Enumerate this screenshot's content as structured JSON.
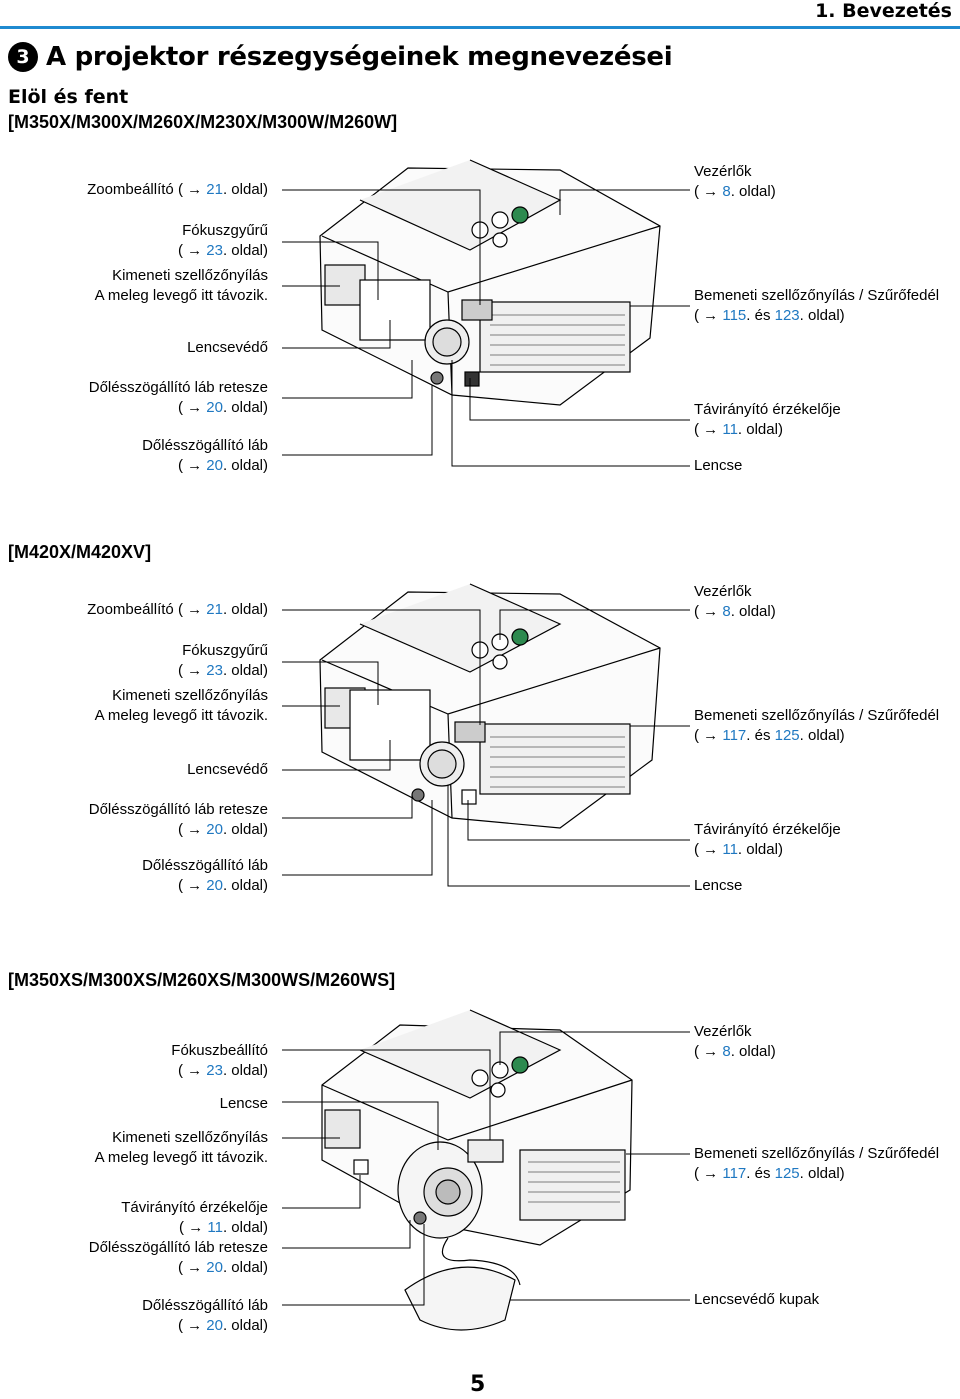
{
  "header": {
    "chapter": "1. Bevezetés"
  },
  "section": {
    "number": "3",
    "title": "A projektor részegységeinek megnevezései",
    "subtitle": "Elöl és fent"
  },
  "arrow": "→",
  "models": [
    {
      "name": "[M350X/M300X/M260X/M230X/M300W/M260W]",
      "left": [
        {
          "lines": [
            "Zoombeállító ( → 21. oldal)"
          ]
        },
        {
          "lines": [
            "Fókuszgyűrű",
            "( → 23. oldal)"
          ]
        },
        {
          "lines": [
            "Kimeneti szellőzőnyílás",
            "A meleg levegő itt távozik."
          ]
        },
        {
          "lines": [
            "Lencsevédő"
          ]
        },
        {
          "lines": [
            "Dőlésszögállító láb retesze",
            "( → 20. oldal)"
          ]
        },
        {
          "lines": [
            "Dőlésszögállító láb",
            "( → 20. oldal)"
          ]
        }
      ],
      "right": [
        {
          "lines": [
            "Vezérlők",
            "( → 8. oldal)"
          ]
        },
        {
          "lines": [
            "Bemeneti szellőzőnyílás / Szűrőfedél",
            "( → 115. és 123. oldal)"
          ]
        },
        {
          "lines": [
            "Távirányító érzékelője",
            "( → 11. oldal)"
          ]
        },
        {
          "lines": [
            "Lencse"
          ]
        }
      ]
    },
    {
      "name": "[M420X/M420XV]",
      "left": [
        {
          "lines": [
            "Zoombeállító ( → 21. oldal)"
          ]
        },
        {
          "lines": [
            "Fókuszgyűrű",
            "( → 23. oldal)"
          ]
        },
        {
          "lines": [
            "Kimeneti szellőzőnyílás",
            "A meleg levegő itt távozik."
          ]
        },
        {
          "lines": [
            "Lencsevédő"
          ]
        },
        {
          "lines": [
            "Dőlésszögállító láb retesze",
            "( → 20. oldal)"
          ]
        },
        {
          "lines": [
            "Dőlésszögállító láb",
            "( → 20. oldal)"
          ]
        }
      ],
      "right": [
        {
          "lines": [
            "Vezérlők",
            "( → 8. oldal)"
          ]
        },
        {
          "lines": [
            "Bemeneti szellőzőnyílás / Szűrőfedél",
            "( → 117. és 125. oldal)"
          ]
        },
        {
          "lines": [
            "Távirányító érzékelője",
            "( → 11. oldal)"
          ]
        },
        {
          "lines": [
            "Lencse"
          ]
        }
      ]
    },
    {
      "name": "[M350XS/M300XS/M260XS/M300WS/M260WS]",
      "left": [
        {
          "lines": [
            "Fókuszbeállító",
            "( → 23. oldal)"
          ]
        },
        {
          "lines": [
            "Lencse"
          ]
        },
        {
          "lines": [
            "Kimeneti szellőzőnyílás",
            "A meleg levegő itt távozik."
          ]
        },
        {
          "lines": [
            "Távirányító érzékelője",
            "( → 11. oldal)"
          ]
        },
        {
          "lines": [
            "Dőlésszögállító láb retesze",
            "( → 20. oldal)"
          ]
        },
        {
          "lines": [
            "Dőlésszögállító láb",
            "( → 20. oldal)"
          ]
        }
      ],
      "right": [
        {
          "lines": [
            "Vezérlők",
            "( → 8. oldal)"
          ]
        },
        {
          "lines": [
            "Bemeneti szellőzőnyílás / Szűrőfedél",
            "( → 117. és 125. oldal)"
          ]
        },
        {
          "lines": [
            "Lencsevédő kupak"
          ]
        }
      ]
    }
  ],
  "page_number": "5"
}
